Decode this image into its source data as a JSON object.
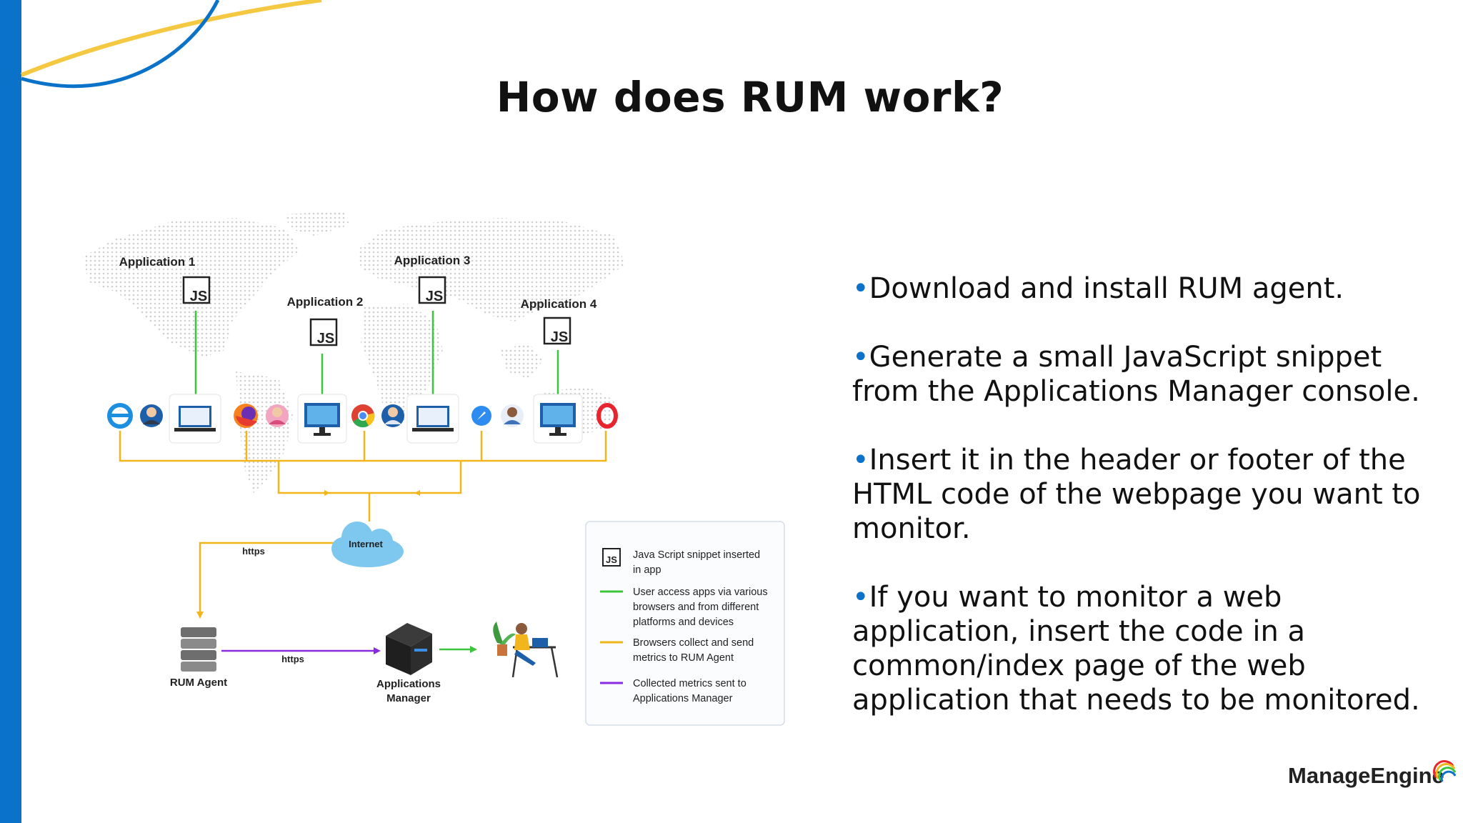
{
  "slide": {
    "title": "How does RUM work?",
    "bullets": [
      "Download and install RUM agent.",
      "Generate a small JavaScript snippet from the Applications Manager console.",
      "Insert it in the header or footer of the HTML code of the webpage you want to monitor.",
      "If you want to monitor a web application, insert the code in a common/index page of the web application that needs to be monitored."
    ],
    "bullet_marker": "•"
  },
  "diagram": {
    "apps": [
      {
        "label": "Application 1",
        "badge": "JS"
      },
      {
        "label": "Application 2",
        "badge": "JS"
      },
      {
        "label": "Application 3",
        "badge": "JS"
      },
      {
        "label": "Application 4",
        "badge": "JS"
      }
    ],
    "internet_label": "Internet",
    "https_label_1": "https",
    "https_label_2": "https",
    "rum_agent_label": "RUM Agent",
    "apps_manager_label_line1": "Applications",
    "apps_manager_label_line2": "Manager"
  },
  "legend": {
    "js_badge": "JS",
    "items": [
      {
        "line1": "Java Script snippet inserted",
        "line2": "in app"
      },
      {
        "line1": "User access apps via various",
        "line2": "browsers and from different",
        "line3": "platforms and devices",
        "color": "#3cc43c"
      },
      {
        "line1": "Browsers collect and send",
        "line2": "metrics to RUM Agent",
        "color": "#f2b51c"
      },
      {
        "line1": "Collected metrics sent to",
        "line2": "Applications Manager",
        "color": "#8a2be2"
      }
    ]
  },
  "brand": {
    "logo_text": "ManageEngine",
    "accent": "#0a73c9",
    "line_green": "#3cc43c",
    "line_yellow": "#f2b51c",
    "line_purple": "#8a2be2"
  }
}
